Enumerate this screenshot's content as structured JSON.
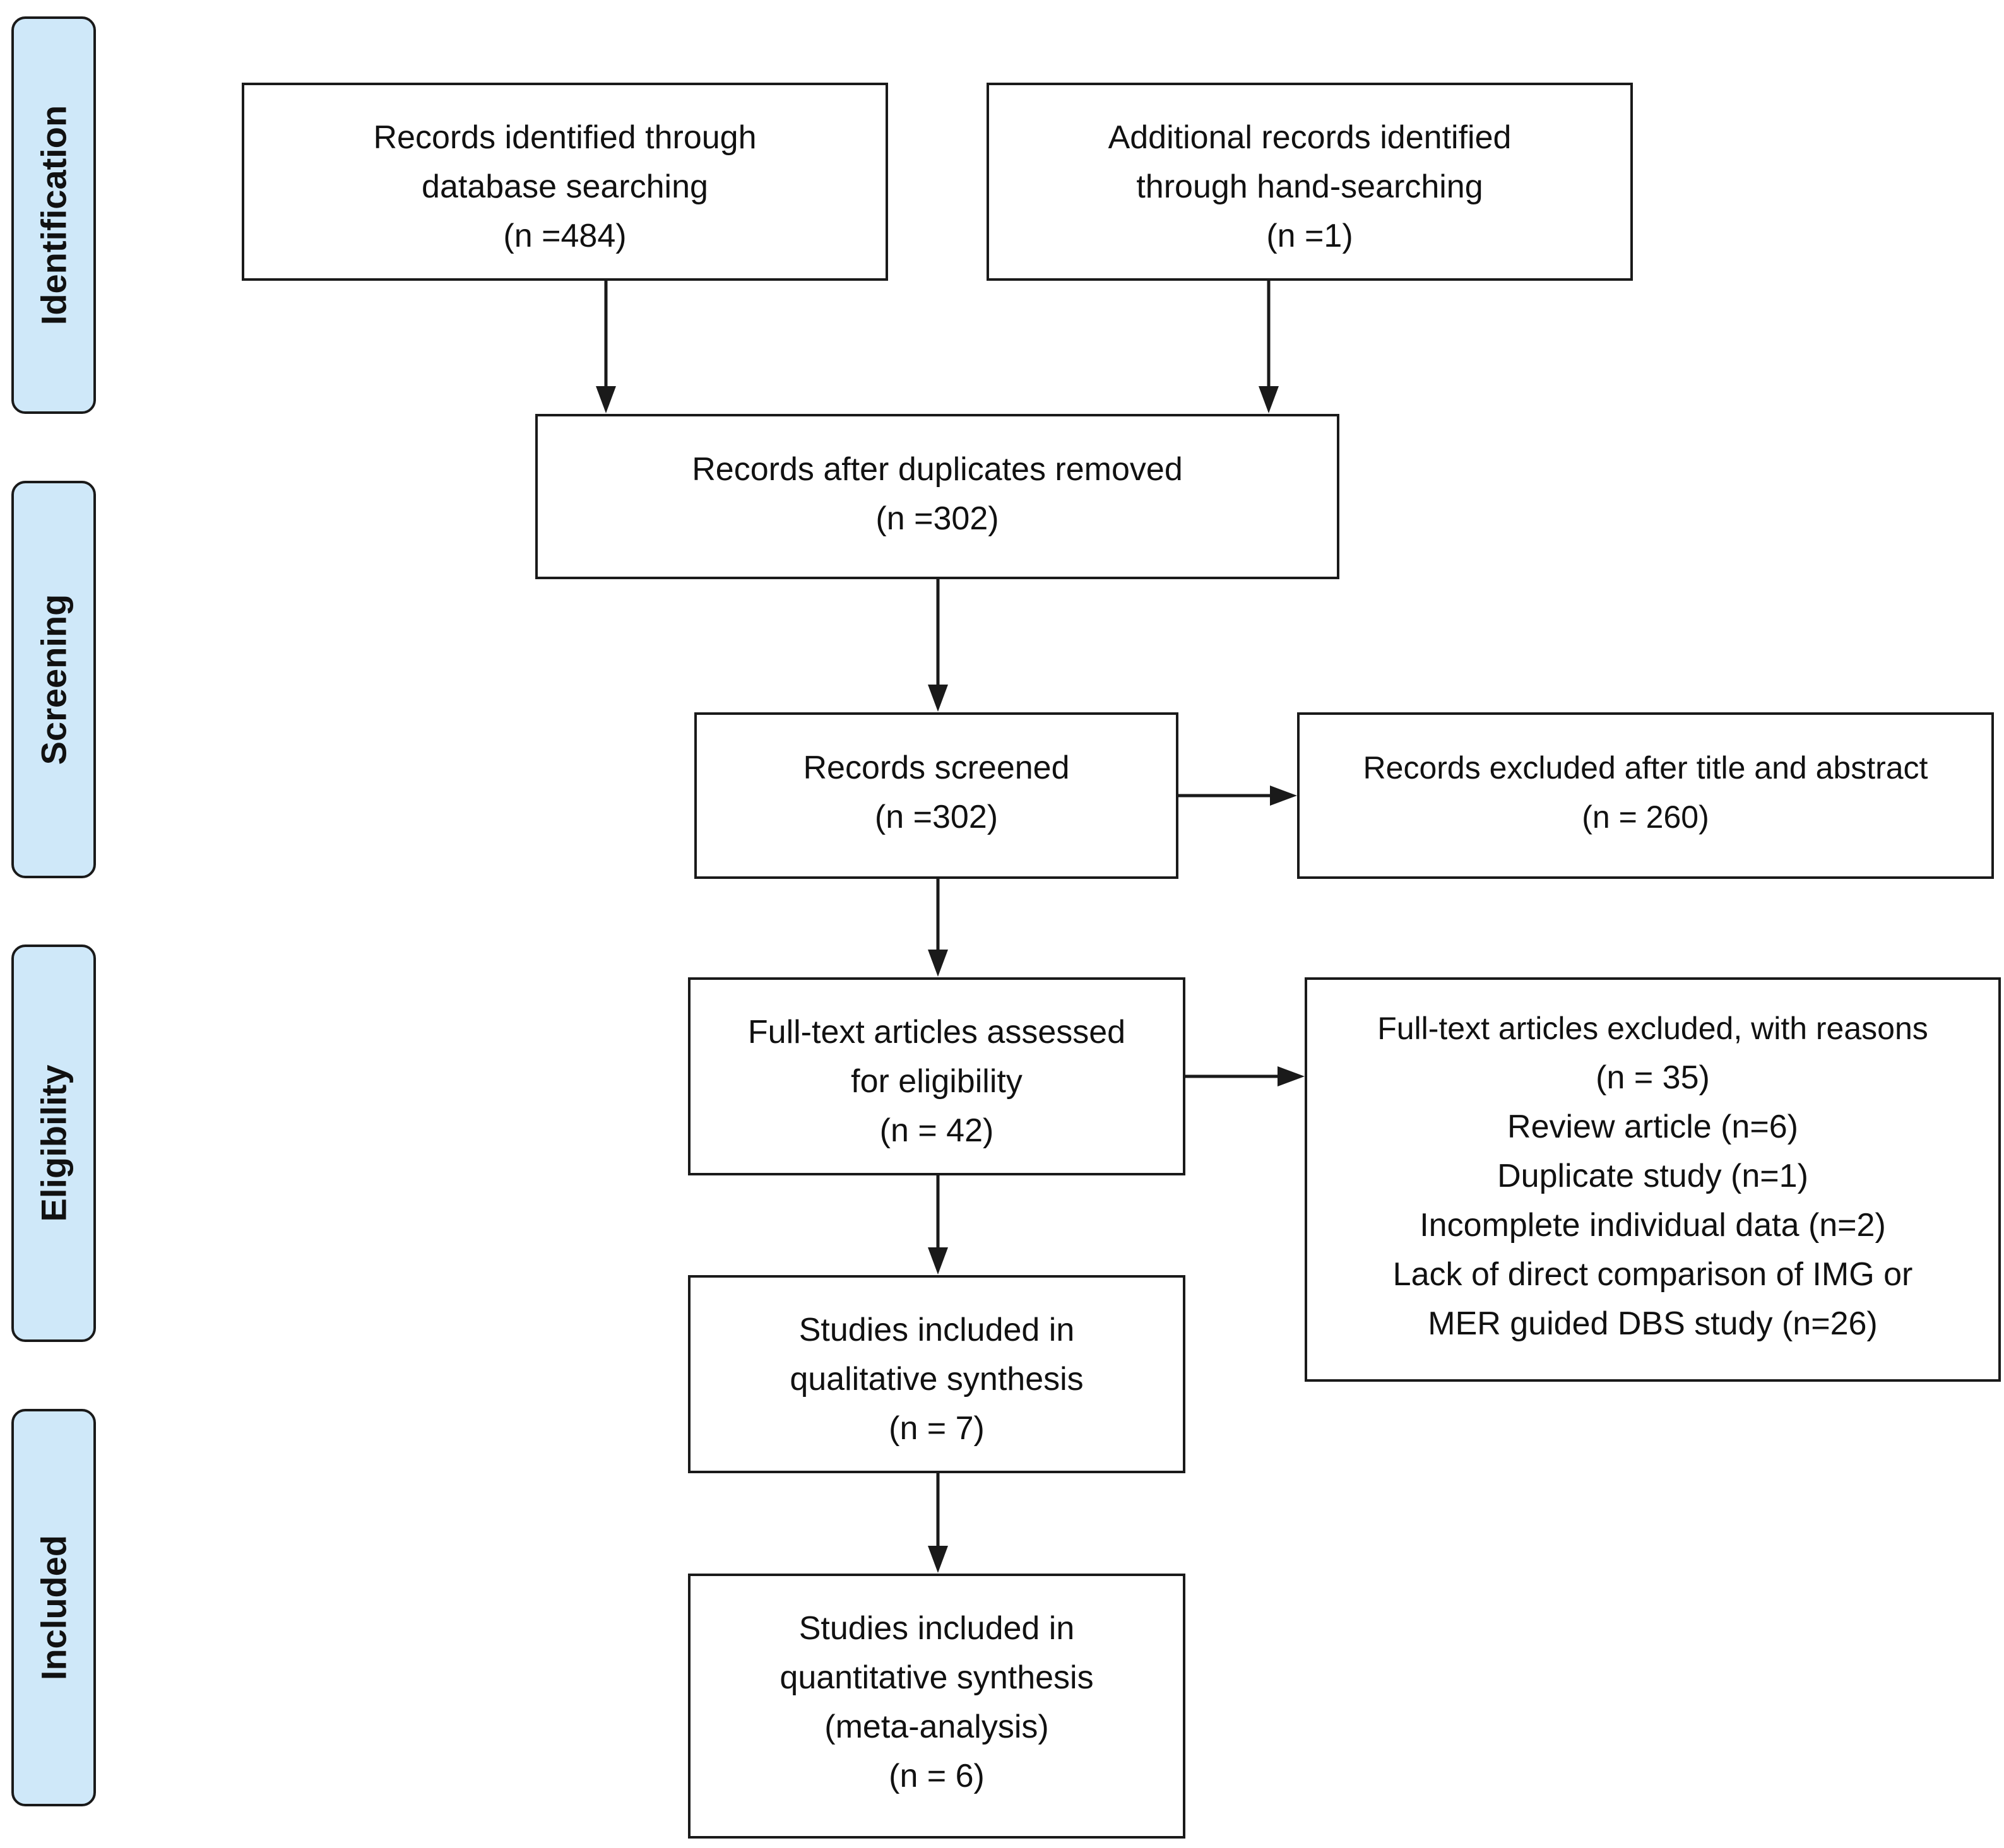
{
  "phases": {
    "identification": "Identification",
    "screening": "Screening",
    "eligibility": "Eligibility",
    "included": "Included"
  },
  "boxes": {
    "database_records": {
      "lines": [
        "Records identified through",
        "database searching",
        "(n =484)"
      ]
    },
    "hand_search_records": {
      "lines": [
        "Additional records identified",
        "through hand-searching",
        "(n =1)"
      ]
    },
    "after_duplicates": {
      "lines": [
        "Records after duplicates removed",
        "(n =302)"
      ]
    },
    "screened": {
      "lines": [
        "Records screened",
        "(n =302)"
      ]
    },
    "excluded_title_abstract": {
      "lines": [
        "Records excluded after title and abstract",
        "(n = 260)"
      ]
    },
    "fulltext_assessed": {
      "lines": [
        "Full-text articles assessed",
        "for eligibility",
        "(n = 42)"
      ]
    },
    "fulltext_excluded": {
      "lines": [
        "Full-text articles excluded, with reasons",
        "(n = 35)",
        "Review article (n=6)",
        "Duplicate study (n=1)",
        "Incomplete individual data (n=2)",
        "Lack of direct comparison of IMG or",
        "MER guided DBS study (n=26)"
      ]
    },
    "qualitative": {
      "lines": [
        "Studies included in",
        "qualitative synthesis",
        "(n = 7)"
      ]
    },
    "quantitative": {
      "lines": [
        "Studies included in",
        "quantitative synthesis",
        "(meta-analysis)",
        "(n = 6)"
      ]
    }
  },
  "colors": {
    "phase_fill": "#cfe8f9",
    "stroke": "#1a1a1a",
    "text": "#111111"
  }
}
